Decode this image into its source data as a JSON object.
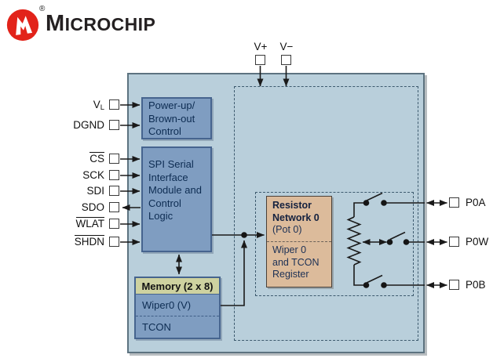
{
  "logo": {
    "text": "MICROCHIP",
    "registered": "®",
    "brand_color": "#e2231a"
  },
  "pins": {
    "top": [
      {
        "label": "V+",
        "direction": "input"
      },
      {
        "label": "V−",
        "direction": "input"
      }
    ],
    "left": [
      {
        "label": "V",
        "sub": "L",
        "direction": "input"
      },
      {
        "label": "DGND",
        "direction": "input"
      },
      {
        "label": "CS",
        "overline": true,
        "direction": "input"
      },
      {
        "label": "SCK",
        "direction": "input"
      },
      {
        "label": "SDI",
        "direction": "input"
      },
      {
        "label": "SDO",
        "direction": "output"
      },
      {
        "label": "WLAT",
        "overline": true,
        "direction": "input"
      },
      {
        "label": "SHDN",
        "overline": true,
        "direction": "input"
      }
    ],
    "right": [
      {
        "label": "P0A",
        "direction": "bidirectional"
      },
      {
        "label": "P0W",
        "direction": "bidirectional"
      },
      {
        "label": "P0B",
        "direction": "bidirectional"
      }
    ]
  },
  "blocks": {
    "power": {
      "label": "Power-up/\nBrown-out\nControl"
    },
    "spi": {
      "label": "SPI Serial\nInterface\nModule and\nControl\nLogic"
    },
    "memory": {
      "header": "Memory (2 x 8)",
      "rows": [
        {
          "label": "Wiper0 (V)"
        },
        {
          "label": "TCON"
        }
      ]
    },
    "pot": {
      "title": "Resistor\nNetwork 0",
      "subtitle": "(Pot 0)",
      "body": "Wiper 0\nand TCON\nRegister"
    }
  },
  "colors": {
    "chip_fill": "#b9cfdb",
    "chip_border": "#5d7380",
    "block_fill": "#7f9dc1",
    "block_border": "#46648e",
    "block_text": "#0d2c52",
    "memory_header_fill": "#ced2a0",
    "pot_fill": "#dcbb9b",
    "pot_border": "#4a4038",
    "dashed_line": "#3d5a6e",
    "wire": "#1a1a1a",
    "logo_red": "#e2231a"
  }
}
